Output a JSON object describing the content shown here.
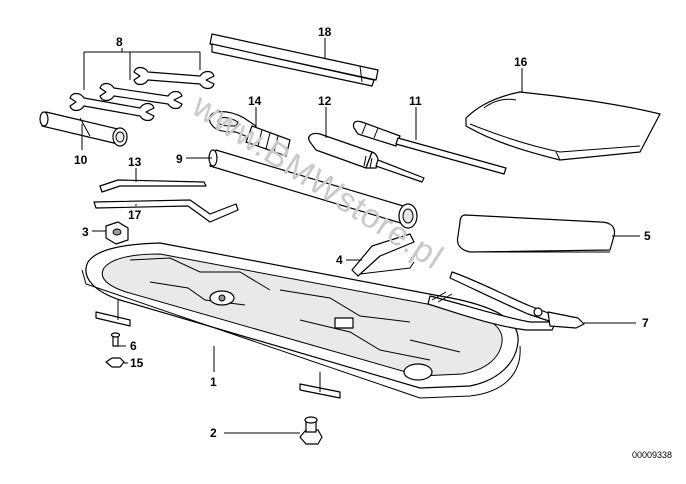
{
  "diagram": {
    "watermark": "www.BMWstore.pl",
    "code": "00009338",
    "callouts": [
      {
        "id": "c1",
        "label": "1"
      },
      {
        "id": "c2",
        "label": "2"
      },
      {
        "id": "c3",
        "label": "3"
      },
      {
        "id": "c4",
        "label": "4"
      },
      {
        "id": "c5",
        "label": "5"
      },
      {
        "id": "c6",
        "label": "6"
      },
      {
        "id": "c7",
        "label": "7"
      },
      {
        "id": "c8",
        "label": "8"
      },
      {
        "id": "c9",
        "label": "9"
      },
      {
        "id": "c10",
        "label": "10"
      },
      {
        "id": "c11",
        "label": "11"
      },
      {
        "id": "c12",
        "label": "12"
      },
      {
        "id": "c13",
        "label": "13"
      },
      {
        "id": "c14",
        "label": "14"
      },
      {
        "id": "c15",
        "label": "15"
      },
      {
        "id": "c16",
        "label": "16"
      },
      {
        "id": "c17",
        "label": "17"
      },
      {
        "id": "c18",
        "label": "18"
      }
    ]
  }
}
